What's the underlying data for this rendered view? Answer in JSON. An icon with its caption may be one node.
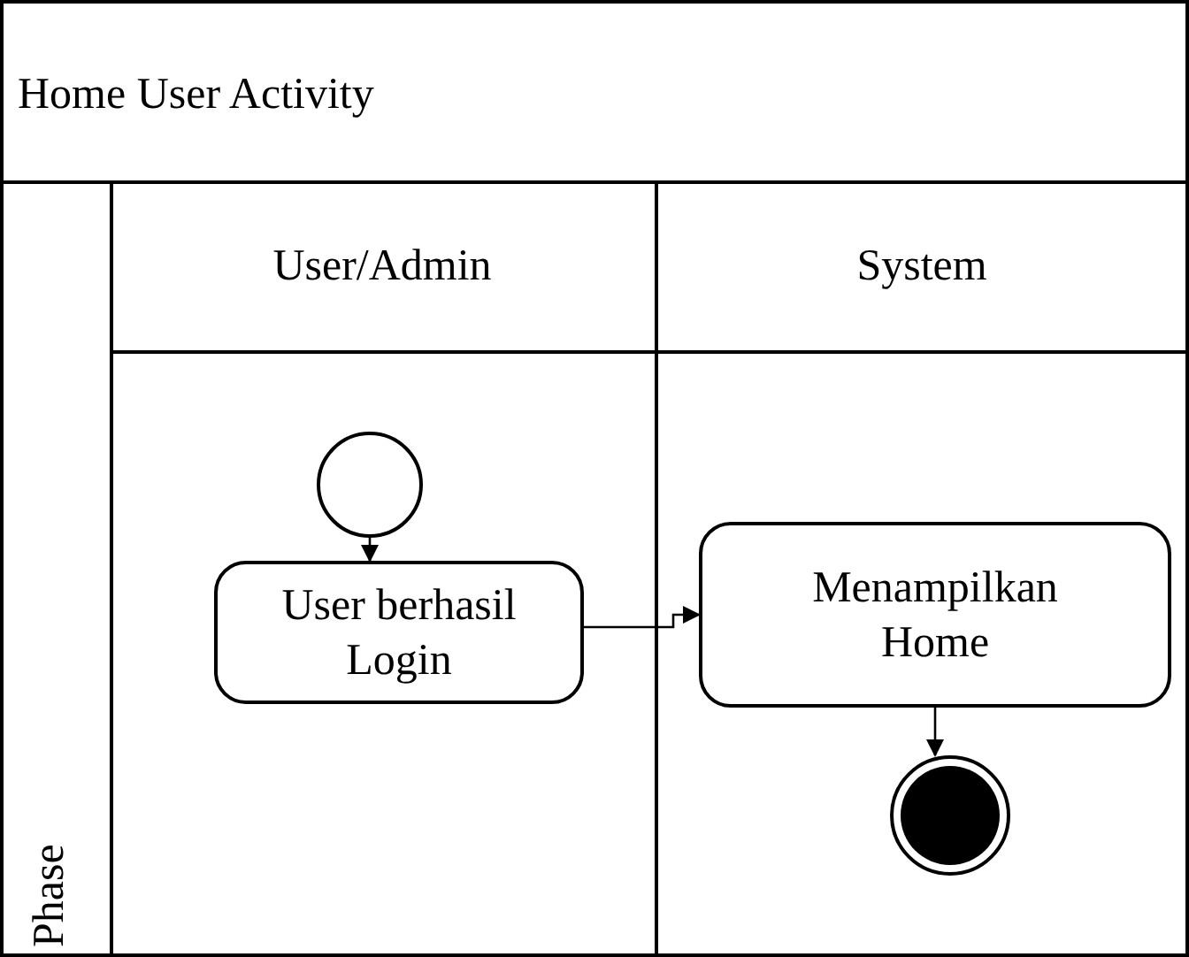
{
  "diagram": {
    "nodes": [
      {
        "text": [
          "Home User Activity"
        ]
      },
      {
        "text": [
          "Phase"
        ],
        "in": 0
      },
      {
        "text": [
          "User/Admin"
        ],
        "in": 0
      },
      {
        "text": [
          "System"
        ],
        "in": 0
      },
      {
        "text": [],
        "shape": "circle",
        "in": 2
      },
      {
        "text": [
          "User berhasil Login"
        ],
        "in": 2
      },
      {
        "text": [
          "Menampilkan Home"
        ],
        "in": 3
      },
      {
        "text": [],
        "shape": "circle",
        "in": 3
      }
    ],
    "edges": [
      {
        "from": 4,
        "to": 5,
        "arrow": "to"
      },
      {
        "from": 5,
        "to": 6,
        "arrow": "to"
      },
      {
        "from": 6,
        "to": 7,
        "arrow": "to"
      }
    ]
  }
}
